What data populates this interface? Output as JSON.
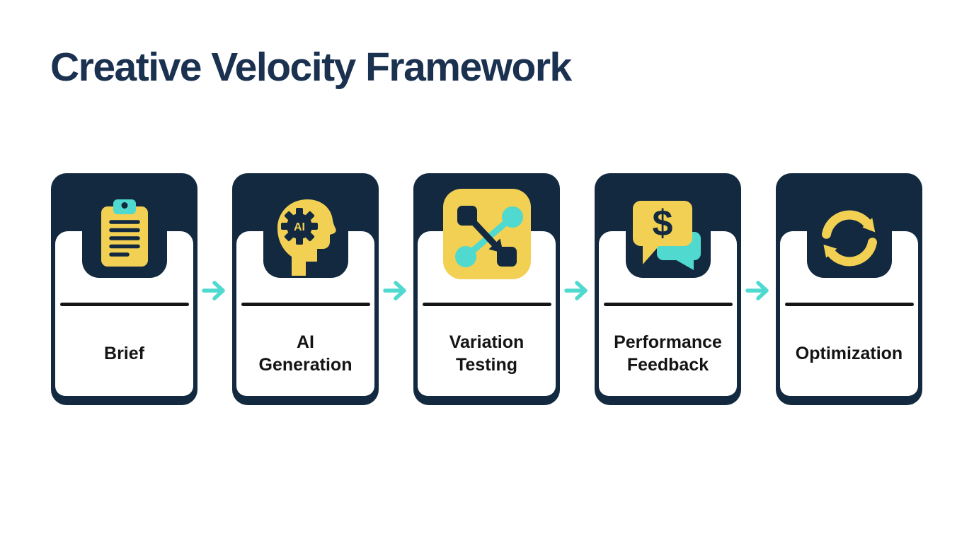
{
  "page": {
    "title": "Creative Velocity Framework"
  },
  "colors": {
    "navy": "#12293F",
    "yellow": "#F1D054",
    "teal": "#4FD9CF",
    "label": "#141414",
    "title": "#1B3150",
    "line": "#151515",
    "background": "#FFFFFF"
  },
  "flow": {
    "connector_icon": "arrow-right-icon",
    "steps": [
      {
        "label": "Brief",
        "icon": "clipboard-icon",
        "icon_text": ""
      },
      {
        "label": "AI\nGeneration",
        "icon": "ai-head-gear-icon",
        "icon_text": "AI"
      },
      {
        "label": "Variation\nTesting",
        "icon": "ab-split-test-icon",
        "icon_text": ""
      },
      {
        "label": "Performance\nFeedback",
        "icon": "dollar-chat-bubbles-icon",
        "icon_text": "$"
      },
      {
        "label": "Optimization",
        "icon": "refresh-cycle-icon",
        "icon_text": ""
      }
    ]
  }
}
